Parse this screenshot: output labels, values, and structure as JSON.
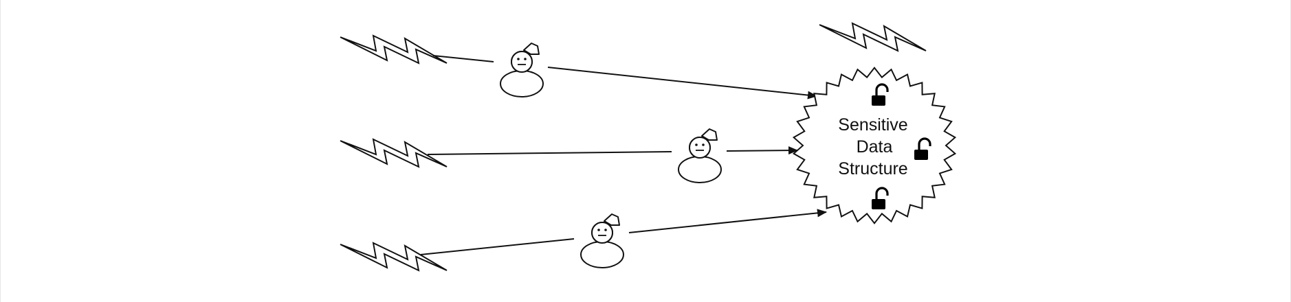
{
  "diagram": {
    "label_lines": [
      "Sensitive",
      "Data",
      "Structure"
    ],
    "colors": {
      "stroke": "#111111",
      "background": "#ffffff",
      "lock": "#000000"
    },
    "icons": [
      "lightning-bolt-icon",
      "snowman-icon",
      "unlocked-padlock-icon",
      "starburst-shape"
    ]
  }
}
